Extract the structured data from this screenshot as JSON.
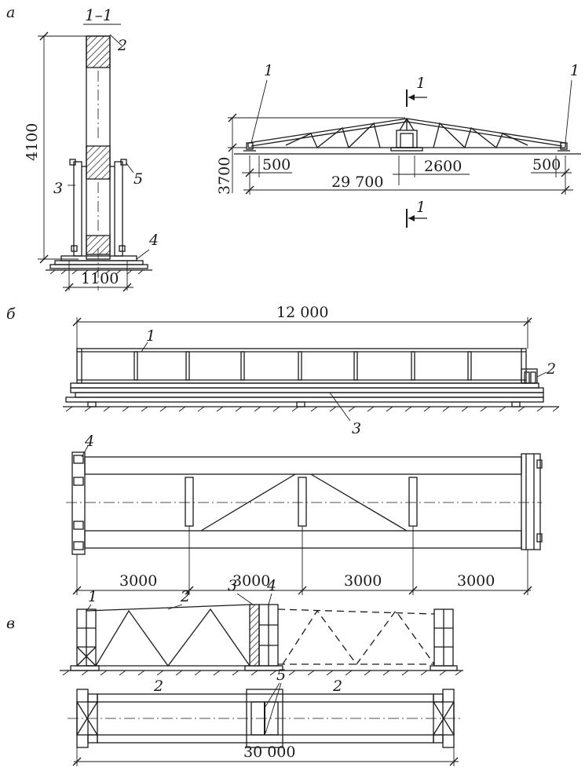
{
  "panels": {
    "a": "а",
    "b": "б",
    "v": "в"
  },
  "section_title": "1–1",
  "section_mark": "1",
  "callouts": {
    "n1": "1",
    "n2": "2",
    "n3": "3",
    "n4": "4",
    "n5": "5"
  },
  "dimensions": {
    "a_height": "4100",
    "a_base_width": "1100",
    "a_support_height": "3700",
    "a_left_offset": "500",
    "a_center_width": "2600",
    "a_right_offset": "500",
    "a_span": "29 700",
    "b_length": "12 000",
    "b_spacing_1": "3000",
    "b_spacing_2": "3000",
    "b_spacing_3": "3000",
    "b_spacing_4": "3000",
    "v_span": "30 000"
  }
}
